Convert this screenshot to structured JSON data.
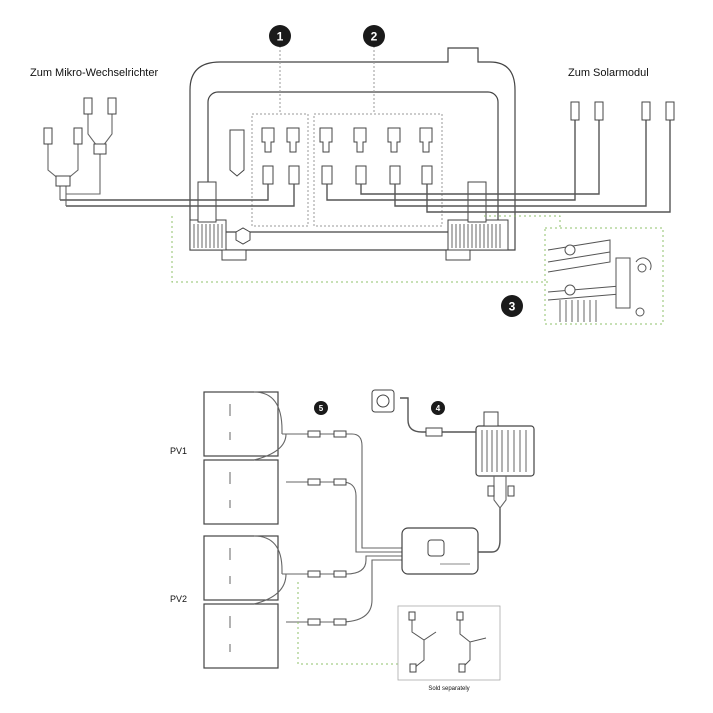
{
  "labels": {
    "inverter_side": "Zum Mikro-Wechselrichter",
    "solar_side": "Zum Solarmodul",
    "pv1": "PV1",
    "pv2": "PV2",
    "sold_separately": "Sold separately"
  },
  "markers": {
    "m1": "1",
    "m2": "2",
    "m3": "3",
    "m4": "4",
    "m5": "5"
  },
  "colors": {
    "marker_fill": "#1a1a1a",
    "line": "#555555",
    "accent_green": "#8fc26b"
  }
}
